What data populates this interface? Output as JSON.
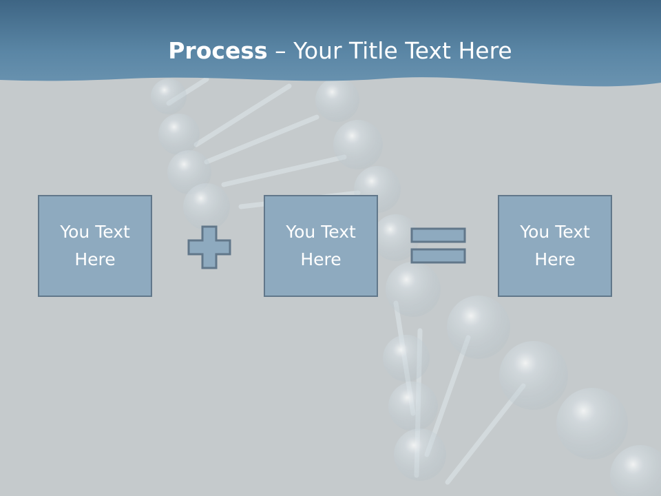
{
  "title": {
    "bold_text": "Process",
    "separator": " – ",
    "regular_text": "Your Title Text Here"
  },
  "boxes": [
    {
      "line1": "You Text",
      "line2": "Here"
    },
    {
      "line1": "You Text",
      "line2": "Here"
    },
    {
      "line1": "You Text",
      "line2": "Here"
    }
  ],
  "operators": [
    "plus-icon",
    "equals-icon"
  ],
  "colors": {
    "background": "#c5cacc",
    "header_band": "#5b87a6",
    "box_fill": "#8eaabf",
    "box_border": "#61778a",
    "text": "#ffffff"
  }
}
